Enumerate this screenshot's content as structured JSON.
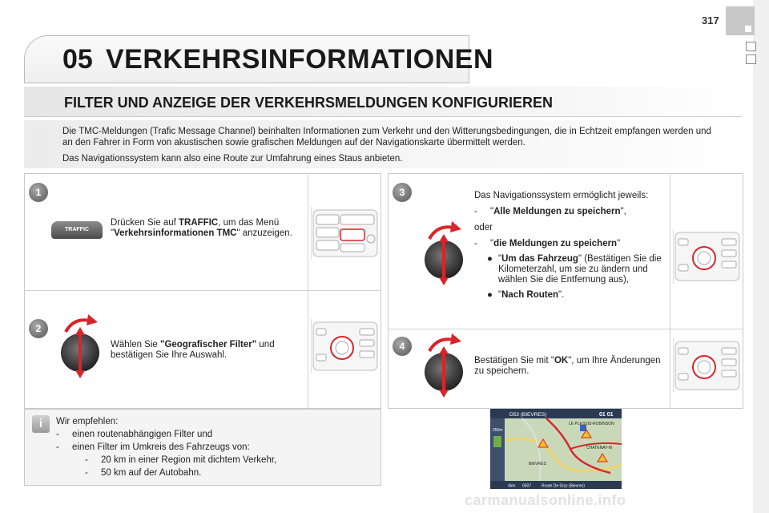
{
  "page": {
    "number": "317"
  },
  "chapter": {
    "number": "05",
    "title": "VERKEHRSINFORMATIONEN"
  },
  "section": {
    "title": "FILTER UND ANZEIGE DER VERKEHRSMELDUNGEN KONFIGURIEREN"
  },
  "intro": {
    "p1": "Die TMC-Meldungen (Trafic Message Channel) beinhalten Informationen zum Verkehr und den Witterungsbedingungen, die in Echtzeit empfangen werden und an den Fahrer in Form von akustischen sowie grafischen Meldungen auf der Navigationskarte übermittelt werden.",
    "p2": "Das Navigationssystem kann also eine Route zur Umfahrung eines Staus anbieten."
  },
  "steps": [
    {
      "num": "1",
      "button_label": "TRAFFIC",
      "t1": "Drücken Sie auf ",
      "t1b": "TRAFFIC",
      "t2": ", um das Menü \"",
      "t2b": "Verkehrsinformationen TMC",
      "t3": "\" anzuzeigen."
    },
    {
      "num": "2",
      "t1": "Wählen Sie ",
      "t1b": "\"Geografischer Filter\"",
      "t2": " und bestätigen Sie Ihre Auswahl."
    },
    {
      "num": "3",
      "line1": "Das Navigationssystem ermöglicht jeweils:",
      "o1_dash": "-",
      "o1_q1": "\"",
      "o1_b": "Alle Meldungen zu speichern",
      "o1_q2": "\",",
      "oder": "oder",
      "o2_dash": "-",
      "o2_q1": "\"",
      "o2_b": "die Meldungen zu speichern",
      "o2_q2": "\"",
      "b1_q1": "\"",
      "b1_b": "Um das Fahrzeug",
      "b1_rest": "\" (Bestätigen Sie die Kilometerzahl, um sie zu ändern und wählen Sie die Entfernung aus),",
      "b2_q1": "\"",
      "b2_b": "Nach Routen",
      "b2_q2": "\".",
      "bullet": "●"
    },
    {
      "num": "4",
      "t1": "Bestätigen Sie mit \"",
      "t1b": "OK",
      "t2": "\", um Ihre Änderungen zu speichern."
    }
  ],
  "tip": {
    "heading": "Wir empfehlen:",
    "item1": "einen routenabhängigen Filter und",
    "item2": "einen Filter im Umkreis des Fahrzeugs von:",
    "sub1": "20 km in einer Region mit dichtem Verkehr,",
    "sub2": "50 km auf der Autobahn.",
    "dash": "-"
  },
  "map": {
    "road_top": "D53 (BIEVRES)",
    "place1": "LE PLESSIS-ROBINSON",
    "place2": "CHATENAY-M",
    "place3": "BIEVRES",
    "scale": "250m",
    "status_left": "4km",
    "status_time": "0507",
    "status_road": "Route De Gizy (Bievres)",
    "clock": "01 01"
  },
  "footer": {
    "watermark": "carmanualsonline.info"
  },
  "colors": {
    "accent_red": "#d9242b",
    "badge_grey": "#777777"
  }
}
